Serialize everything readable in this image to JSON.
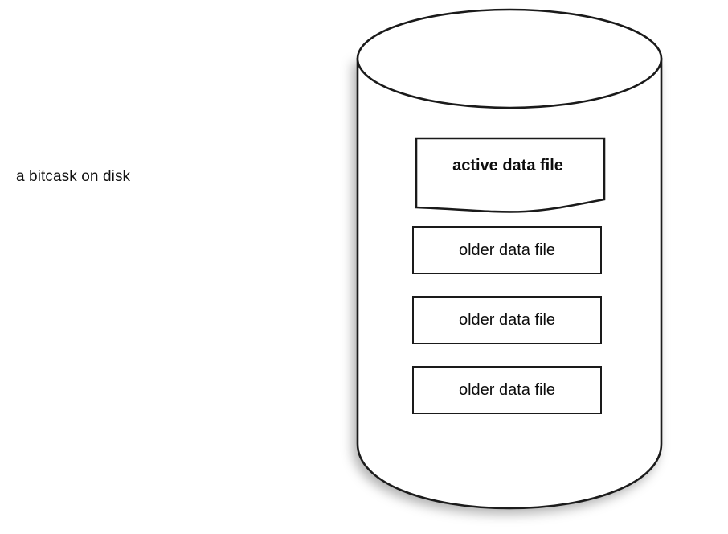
{
  "diagram": {
    "title": "a bitcask on disk",
    "caption": "a bitcask on disk",
    "container": {
      "shape_name": "cylinder",
      "semantic": "disk",
      "fill_color": "#ffffff",
      "stroke_color": "#1a1a1a"
    },
    "files": [
      {
        "label": "active data file",
        "emphasis": "bold",
        "shape": "torn-page",
        "state": "active"
      },
      {
        "label": "older data file",
        "emphasis": "normal",
        "shape": "rectangle",
        "state": "older"
      },
      {
        "label": "older data file",
        "emphasis": "normal",
        "shape": "rectangle",
        "state": "older"
      },
      {
        "label": "older data file",
        "emphasis": "normal",
        "shape": "rectangle",
        "state": "older"
      }
    ]
  },
  "colors": {
    "background": "#ffffff",
    "stroke": "#1a1a1a",
    "text": "#0d0d0d"
  }
}
